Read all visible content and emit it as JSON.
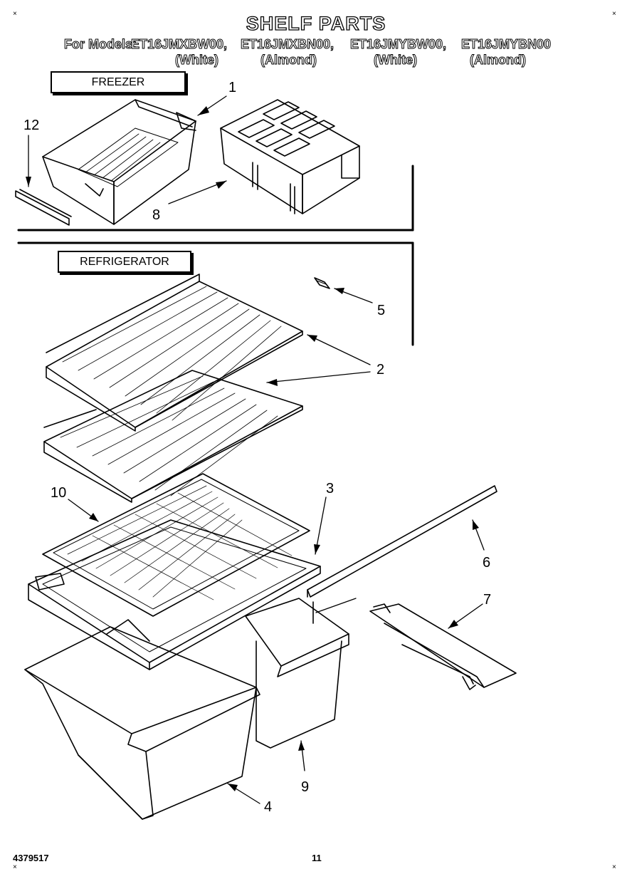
{
  "header": {
    "title": "SHELF PARTS",
    "for_models_label": "For Models:",
    "models": [
      "ET16JMXBW00,",
      "ET16JMXBN00,",
      "ET16JMYBW00,",
      "ET16JMYBN00"
    ],
    "colors": [
      "(White)",
      "(Almond)",
      "(White)",
      "(Almond)"
    ]
  },
  "sections": {
    "freezer_label": "FREEZER",
    "refrigerator_label": "REFRIGERATOR"
  },
  "callouts": {
    "c1": "1",
    "c2": "2",
    "c3": "3",
    "c4": "4",
    "c5": "5",
    "c6": "6",
    "c7": "7",
    "c8": "8",
    "c9": "9",
    "c10": "10",
    "c12": "12"
  },
  "footer": {
    "doc_number": "4379517",
    "page_number": "11"
  }
}
